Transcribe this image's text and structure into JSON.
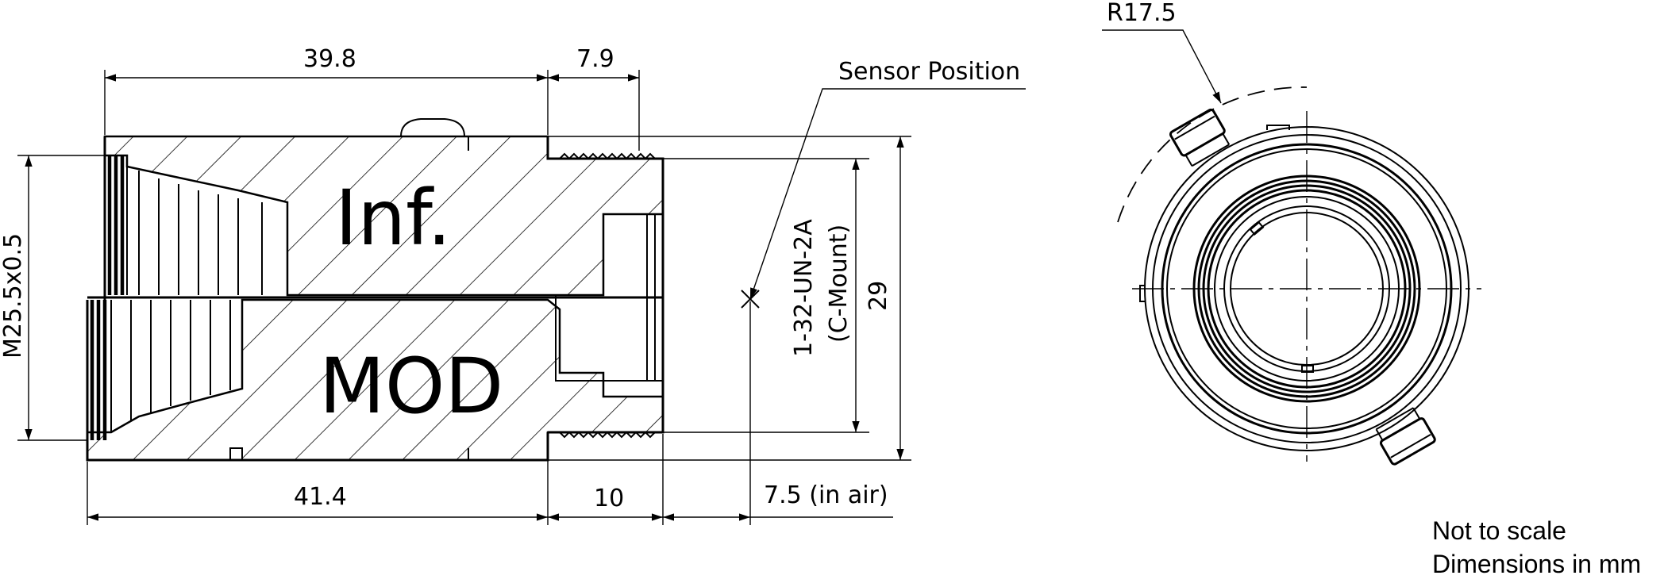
{
  "side_view": {
    "dimensions": {
      "top_length": "39.8",
      "top_mount": "7.9",
      "bottom_length": "41.4",
      "bottom_mount": "10",
      "flange_air": "7.5 (in air)",
      "thread_diameter": "M25.5x0.5",
      "mount_thread": "1-32-UN-2A",
      "mount_type": "(C-Mount)",
      "mount_diameter": "29"
    },
    "sensor_label": "Sensor Position",
    "label_inf": "Inf.",
    "label_mod": "MOD"
  },
  "front_view": {
    "radius_label": "R17.5"
  },
  "notes": {
    "scale": "Not to scale",
    "units": "Dimensions in mm"
  }
}
